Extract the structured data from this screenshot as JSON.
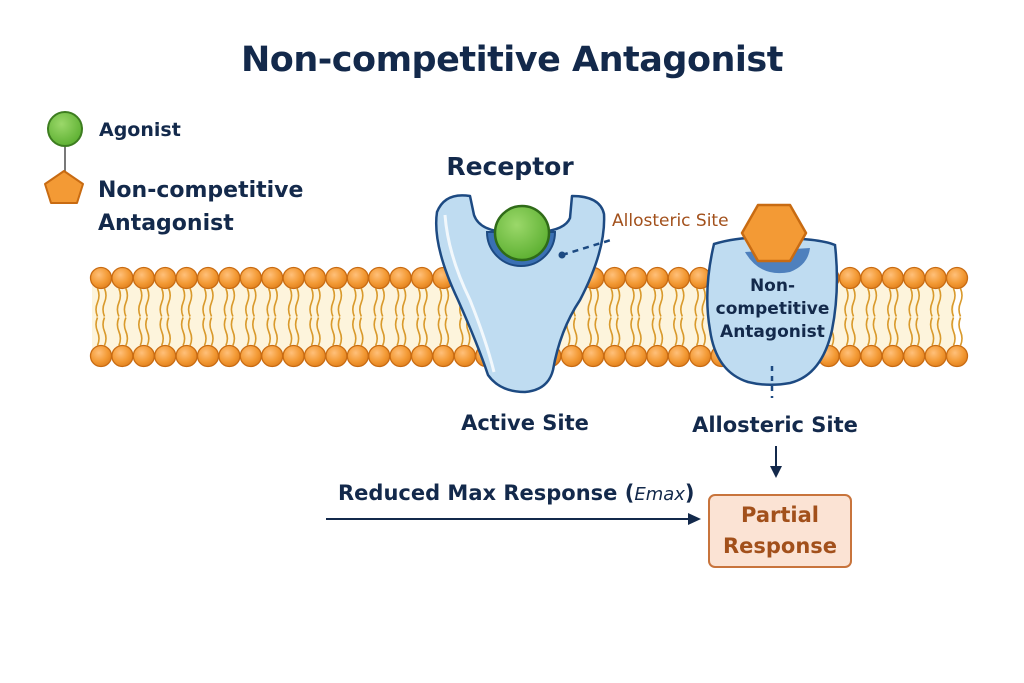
{
  "title": "Non-competitive Antagonist",
  "legend": {
    "agonist": {
      "label": "Agonist",
      "icon": "green-circle-icon"
    },
    "antagonist": {
      "label": "Non-competitive\nAntagonist",
      "icon": "orange-pentagon-icon"
    }
  },
  "receptor": {
    "title": "Receptor",
    "active_site_label": "Active Site",
    "allosteric_callout": "Allosteric Site"
  },
  "bound_antagonist": {
    "label": "Non-\ncompetitive\nAntagonist",
    "site_label": "Allosteric Site"
  },
  "response": {
    "arrow_label": "Reduced Max Response (",
    "arrow_label_emax": "Emax",
    "arrow_label_close": ")",
    "result": "Partial\nResponse"
  },
  "colors": {
    "title": "#13294b",
    "agonist": "#6cbf3f",
    "antagonist": "#f39a35",
    "receptor_fill": "#bfdcf1",
    "receptor_stroke": "#1d4a82",
    "binding_site": "#3a70b4",
    "lipid_head": "#f39a35",
    "lipid_tail": "#d99a2c",
    "membrane_core": "#fdf4dc",
    "callout": "#a2501b",
    "result_fill": "#fbe3d4",
    "result_border": "#c8743c"
  }
}
